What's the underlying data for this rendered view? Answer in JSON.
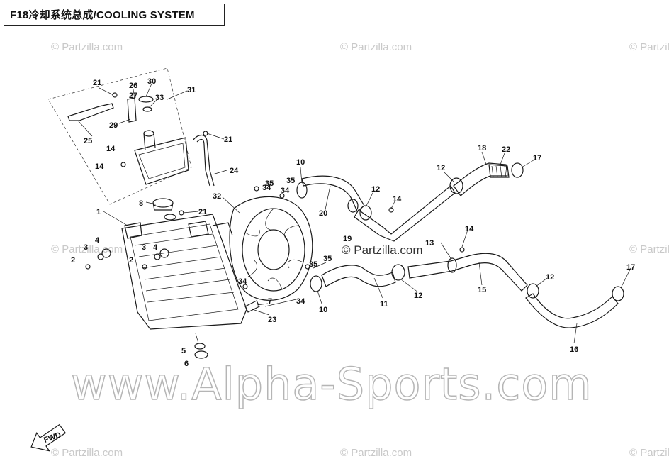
{
  "title": "F18冷却系统总成/COOLING SYSTEM",
  "watermarks": {
    "partzilla": "© Partzilla.com",
    "partzilla_center": "© Partzilla.com",
    "alpha": "www.Alpha-Sports.com"
  },
  "fwd_label": "FWD",
  "callouts": [
    "1",
    "2",
    "2",
    "3",
    "3",
    "4",
    "4",
    "5",
    "6",
    "7",
    "8",
    "10",
    "10",
    "11",
    "12",
    "12",
    "12",
    "12",
    "13",
    "14",
    "14",
    "14",
    "14",
    "15",
    "16",
    "17",
    "17",
    "18",
    "19",
    "20",
    "21",
    "21",
    "21",
    "22",
    "23",
    "24",
    "25",
    "26",
    "27",
    "29",
    "30",
    "31",
    "32",
    "33",
    "34",
    "34",
    "34",
    "35",
    "35",
    "35"
  ]
}
